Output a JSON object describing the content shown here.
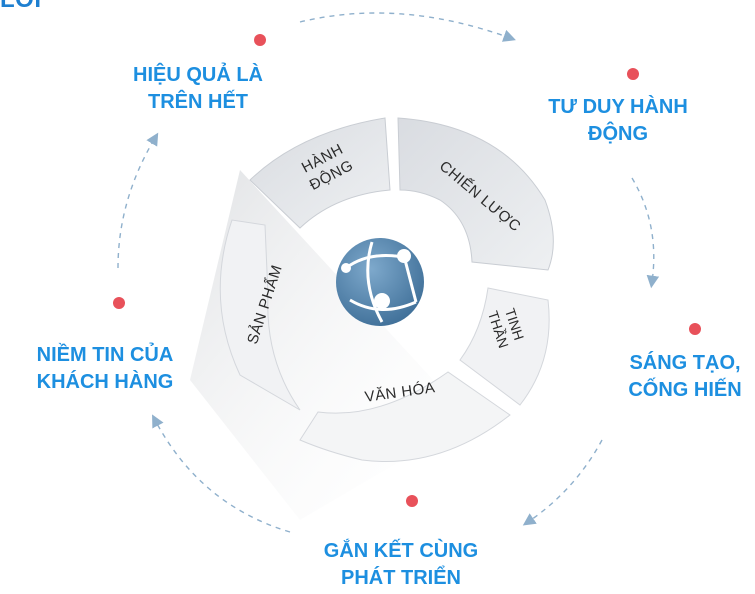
{
  "header": {
    "title": "LỐI"
  },
  "center_icon": "globe-network-icon",
  "wheel": {
    "segments": [
      {
        "id": "hanh-dong",
        "lines": [
          "HÀNH",
          "ĐỘNG"
        ]
      },
      {
        "id": "chien-luoc",
        "lines": [
          "CHIẾN LƯỢC"
        ]
      },
      {
        "id": "tinh-than",
        "lines": [
          "TINH",
          "THẦN"
        ]
      },
      {
        "id": "van-hoa",
        "lines": [
          "VĂN HÓA"
        ]
      },
      {
        "id": "san-pham",
        "lines": [
          "SẢN PHẨM"
        ]
      }
    ]
  },
  "values": [
    {
      "id": "hieu-qua",
      "lines": [
        "HIỆU QUẢ LÀ",
        "TRÊN HẾT"
      ]
    },
    {
      "id": "tu-duy",
      "lines": [
        "TƯ DUY HÀNH",
        "ĐỘNG"
      ]
    },
    {
      "id": "sang-tao",
      "lines": [
        "SÁNG TẠO,",
        "CỐNG HIẾN"
      ]
    },
    {
      "id": "gan-ket",
      "lines": [
        "GẮN KẾT CÙNG",
        "PHÁT TRIỂN"
      ]
    },
    {
      "id": "niem-tin",
      "lines": [
        "NIỀM TIN CỦA",
        "KHÁCH HÀNG"
      ]
    }
  ],
  "colors": {
    "label": "#1d8fe0",
    "dot": "#e8515a",
    "arrow": "#8fb0cc",
    "ring": "#ededf0",
    "globe": "#4f7ea6"
  }
}
